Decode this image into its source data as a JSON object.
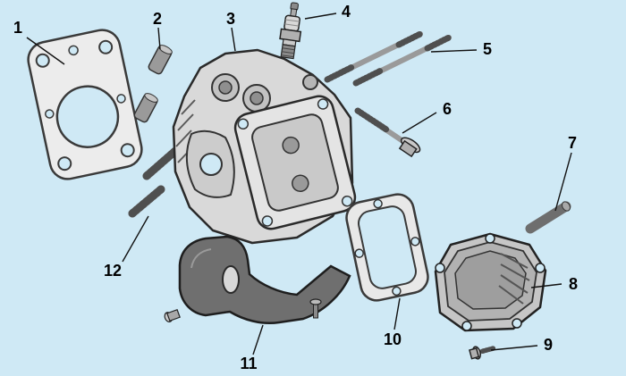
{
  "background_color": "#cfe9f5",
  "line_color": "#111111",
  "diagram": {
    "type": "exploded-parts-diagram",
    "subject": "engine-cylinder-head-assembly",
    "callouts": [
      {
        "label": "1",
        "part": "cylinder-head-gasket"
      },
      {
        "label": "2",
        "part": "dowel-pin"
      },
      {
        "label": "3",
        "part": "cylinder-head"
      },
      {
        "label": "4",
        "part": "spark-plug"
      },
      {
        "label": "5",
        "part": "head-stud-bolts"
      },
      {
        "label": "6",
        "part": "flange-bolt-long"
      },
      {
        "label": "7",
        "part": "pivot-pin"
      },
      {
        "label": "8",
        "part": "valve-cover"
      },
      {
        "label": "9",
        "part": "valve-cover-flange-bolt"
      },
      {
        "label": "10",
        "part": "valve-cover-gasket"
      },
      {
        "label": "11",
        "part": "heat-shield-plate"
      },
      {
        "label": "12",
        "part": "exhaust-studs"
      }
    ]
  }
}
